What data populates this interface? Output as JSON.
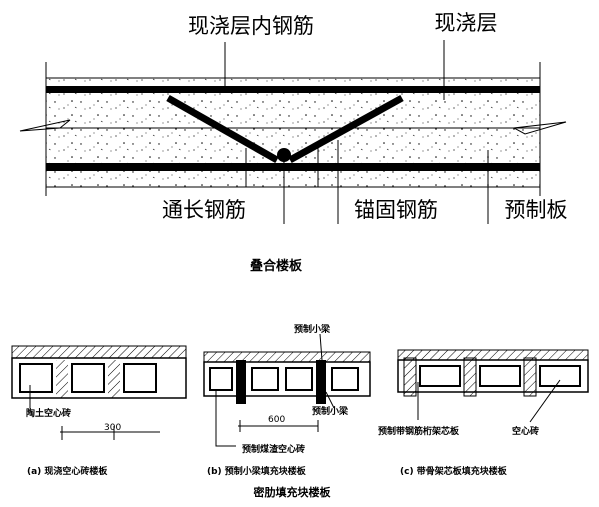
{
  "top_diagram": {
    "label_cast_rebar": "现浇层内钢筋",
    "label_cast_layer": "现浇层",
    "label_through_rebar": "通长钢筋",
    "label_anchor_rebar": "锚固钢筋",
    "label_precast_slab": "预制板",
    "caption": "叠合楼板"
  },
  "bottom_diagram": {
    "a": {
      "label_brick": "陶土空心砖",
      "dimension": "300",
      "caption": "(a) 现浇空心砖楼板"
    },
    "b": {
      "label_beam_top": "预制小梁",
      "label_beam_side": "预制小梁",
      "label_block": "预制煤渣空心砖",
      "dimension": "600",
      "caption": "(b) 预制小梁填充块楼板"
    },
    "c": {
      "label_truss": "预制带钢筋桁架芯板",
      "label_brick": "空心砖",
      "caption": "(c) 带骨架芯板填充块楼板"
    },
    "caption": "密肋填充块楼板"
  },
  "colors": {
    "ink": "#000000",
    "concrete_fill": "#ffffff"
  }
}
